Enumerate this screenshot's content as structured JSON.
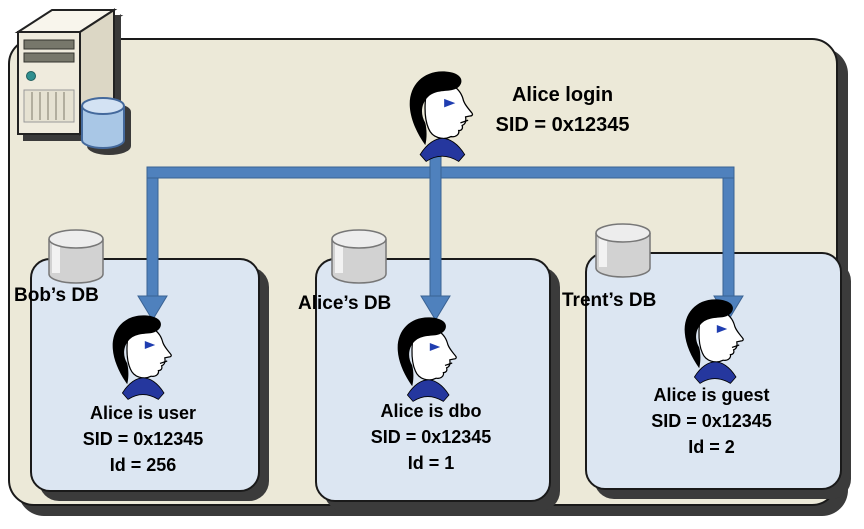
{
  "login": {
    "title": "Alice login",
    "sid": "SID = 0x12345"
  },
  "databases": [
    {
      "label": "Bob’s DB",
      "role": "Alice is user",
      "sid": "SID = 0x12345",
      "id": "Id = 256"
    },
    {
      "label": "Alice’s DB",
      "role": "Alice is dbo",
      "sid": "SID = 0x12345",
      "id": "Id = 1"
    },
    {
      "label": "Trent’s DB",
      "role": "Alice is guest",
      "sid": "SID = 0x12345",
      "id": "Id = 2"
    }
  ],
  "icons": {
    "server": "server-with-database-icon",
    "person": "person-head-icon",
    "cylinder": "database-cylinder-icon"
  },
  "colors": {
    "canvas_fill": "#ECE9D8",
    "db_box_fill": "#DCE6F2",
    "arrow_blue": "#4F81BD",
    "shadow": "#3B3B3B",
    "collar_blue": "#25379E"
  }
}
